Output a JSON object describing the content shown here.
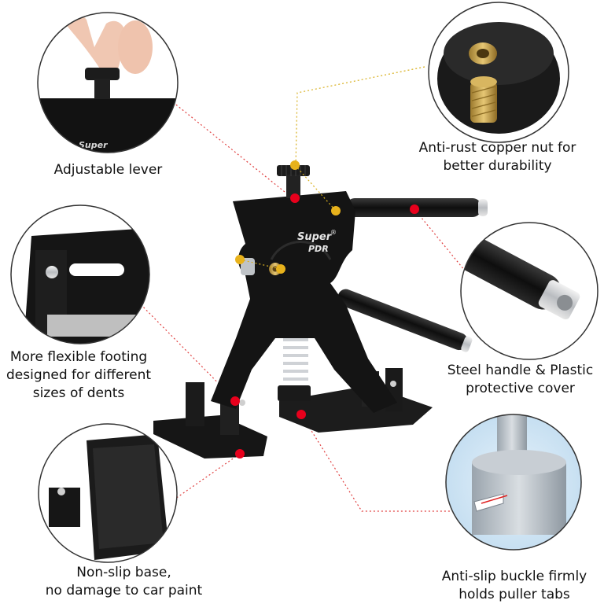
{
  "brand": {
    "logo_text": "Super PDR",
    "logo_word_1": "Super",
    "logo_word_2": "PDR",
    "registered_mark": "®"
  },
  "callouts": {
    "lever": {
      "lines": [
        "Adjustable lever"
      ]
    },
    "nut": {
      "lines": [
        "Anti-rust copper nut for",
        "better durability"
      ]
    },
    "footing": {
      "lines": [
        "More flexible footing",
        "designed for different",
        "sizes of dents"
      ]
    },
    "handle": {
      "lines": [
        "Steel handle & Plastic",
        "protective cover"
      ]
    },
    "base": {
      "lines": [
        "Non-slip base,",
        "no damage to car paint"
      ]
    },
    "buckle": {
      "lines": [
        "Anti-slip buckle firmly",
        "holds puller tabs"
      ]
    }
  },
  "colors": {
    "tool_body": "#141414",
    "marker_red": "#e8001c",
    "marker_gold": "#e8b21c",
    "copper": "#c9a24a",
    "steel": "#c8ccd0",
    "circle_border": "#333333",
    "leader_red": "#e04040",
    "leader_gold": "#d8b020"
  }
}
